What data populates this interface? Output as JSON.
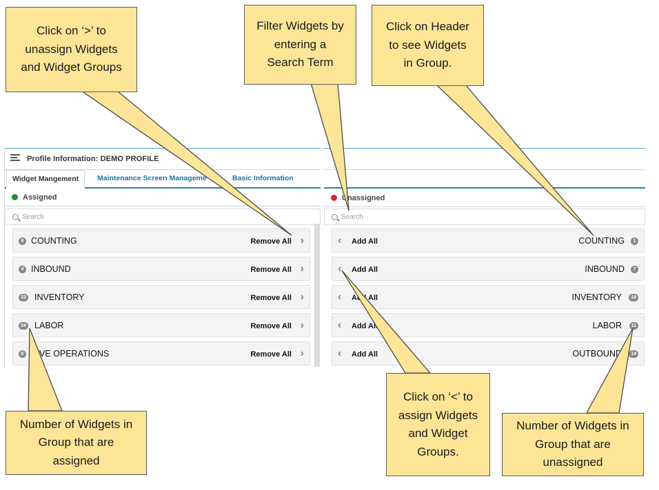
{
  "app": {
    "header_title": "Profile Information: DEMO PROFILE",
    "tabs": [
      {
        "label": "Widget Mangement"
      },
      {
        "label": "Maintenance Screen Manageme"
      },
      {
        "label": "Basic Information"
      }
    ]
  },
  "assigned": {
    "label": "Assigned",
    "status_color": "#1f8f2f",
    "search_placeholder": "Search",
    "action_label": "Remove All",
    "groups": [
      {
        "name": "COUNTING",
        "count": "9"
      },
      {
        "name": "INBOUND",
        "count": "4"
      },
      {
        "name": "INVENTORY",
        "count": "33"
      },
      {
        "name": "LABOR",
        "count": "34"
      },
      {
        "name": "VE OPERATIONS",
        "count": "6"
      }
    ]
  },
  "unassigned": {
    "label": "Unassigned",
    "status_color": "#d9262b",
    "search_placeholder": "Search",
    "action_label": "Add All",
    "groups": [
      {
        "name": "COUNTING",
        "count": "1"
      },
      {
        "name": "INBOUND",
        "count": "7"
      },
      {
        "name": "INVENTORY",
        "count": "16"
      },
      {
        "name": "LABOR",
        "count": "11"
      },
      {
        "name": "OUTBOUND",
        "count": "14"
      }
    ]
  },
  "callouts": {
    "unassign": "Click on ‘>’ to\nunassign Widgets\nand Widget Groups",
    "filter": "Filter Widgets by\nentering a\nSearch Term",
    "header": "Click on Header\nto see Widgets\nin Group.",
    "assigned_count": "Number of Widgets in\nGroup that are\nassigned",
    "assign": "Click on ‘<’ to\nassign Widgets\nand Widget\nGroups.",
    "unassigned_count": "Number of Widgets in\nGroup that are\nunassigned"
  },
  "colors": {
    "callout_fill": "#fde598",
    "tab_accent": "#2d7fa8",
    "link_blue": "#1f73a0"
  }
}
